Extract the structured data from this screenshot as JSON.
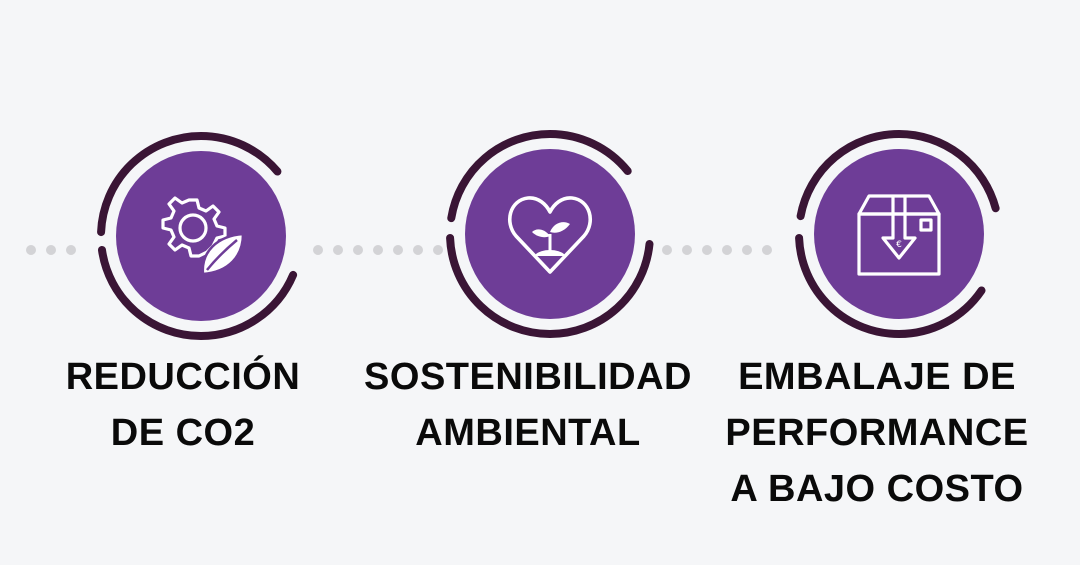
{
  "features": [
    {
      "icon": "gear-leaf-icon",
      "title_lines": [
        "REDUCCIÓN",
        "DE CO2"
      ]
    },
    {
      "icon": "heart-sprout-icon",
      "title_lines": [
        "SOSTENIBILIDAD",
        "AMBIENTAL"
      ]
    },
    {
      "icon": "box-download-icon",
      "title_lines": [
        "EMBALAJE DE",
        "PERFORMANCE",
        "A BAJO COSTO"
      ]
    }
  ],
  "colors": {
    "background": "#f5f6f8",
    "disc": "#6e3d97",
    "ring": "#3a1535",
    "dots": "#d3d3d6",
    "text": "#0a0a0a"
  }
}
